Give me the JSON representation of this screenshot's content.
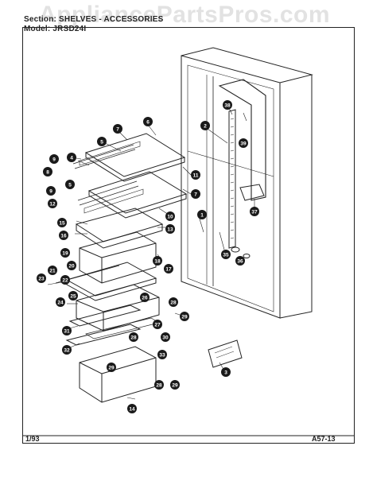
{
  "header": {
    "section_line": "Section: SHELVES - ACCESSORIES",
    "model_line": "Model: JRSD24I"
  },
  "watermark": "AppliancePartsPros.com",
  "footer": {
    "date": "1/93",
    "page_code": "A57-13"
  },
  "callouts": [
    "1",
    "2",
    "3",
    "4",
    "5",
    "5",
    "6",
    "7",
    "7",
    "8",
    "9",
    "9",
    "10",
    "11",
    "12",
    "13",
    "14",
    "15",
    "16",
    "17",
    "18",
    "19",
    "20",
    "21",
    "22",
    "23",
    "24",
    "25",
    "26",
    "27",
    "28",
    "28",
    "28",
    "29",
    "29",
    "29",
    "30",
    "31",
    "32",
    "33",
    "35",
    "36",
    "37",
    "38",
    "39"
  ],
  "colors": {
    "ink": "#222222",
    "callout_fill": "#1a1a1a",
    "paper": "#ffffff"
  }
}
